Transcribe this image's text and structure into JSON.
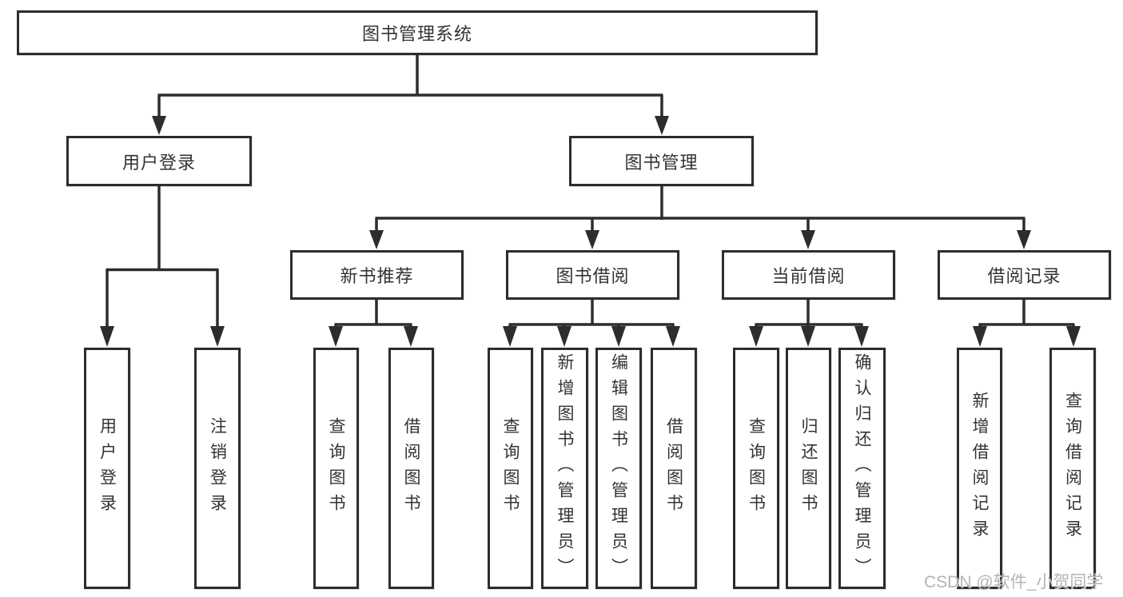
{
  "diagram": {
    "type": "hierarchy-tree",
    "tree": {
      "label": "图书管理系统",
      "children": [
        {
          "label": "用户登录",
          "children": [
            {
              "label": "用户登录"
            },
            {
              "label": "注销登录"
            }
          ]
        },
        {
          "label": "图书管理",
          "children": [
            {
              "label": "新书推荐",
              "children": [
                {
                  "label": "查询图书"
                },
                {
                  "label": "借阅图书"
                }
              ]
            },
            {
              "label": "图书借阅",
              "children": [
                {
                  "label": "查询图书"
                },
                {
                  "label": "新增图书（管理员）"
                },
                {
                  "label": "编辑图书（管理员）"
                },
                {
                  "label": "借阅图书"
                }
              ]
            },
            {
              "label": "当前借阅",
              "children": [
                {
                  "label": "查询图书"
                },
                {
                  "label": "归还图书"
                },
                {
                  "label": "确认归还（管理员）"
                }
              ]
            },
            {
              "label": "借阅记录",
              "children": [
                {
                  "label": "新增借阅记录"
                },
                {
                  "label": "查询借阅记录"
                }
              ]
            }
          ]
        }
      ]
    },
    "colors": {
      "line": "#2d2d2d",
      "text": "#333333",
      "background": "#ffffff"
    }
  },
  "watermark": {
    "text": "CSDN @软件_小贺同学",
    "color": "#b4b4b4"
  }
}
